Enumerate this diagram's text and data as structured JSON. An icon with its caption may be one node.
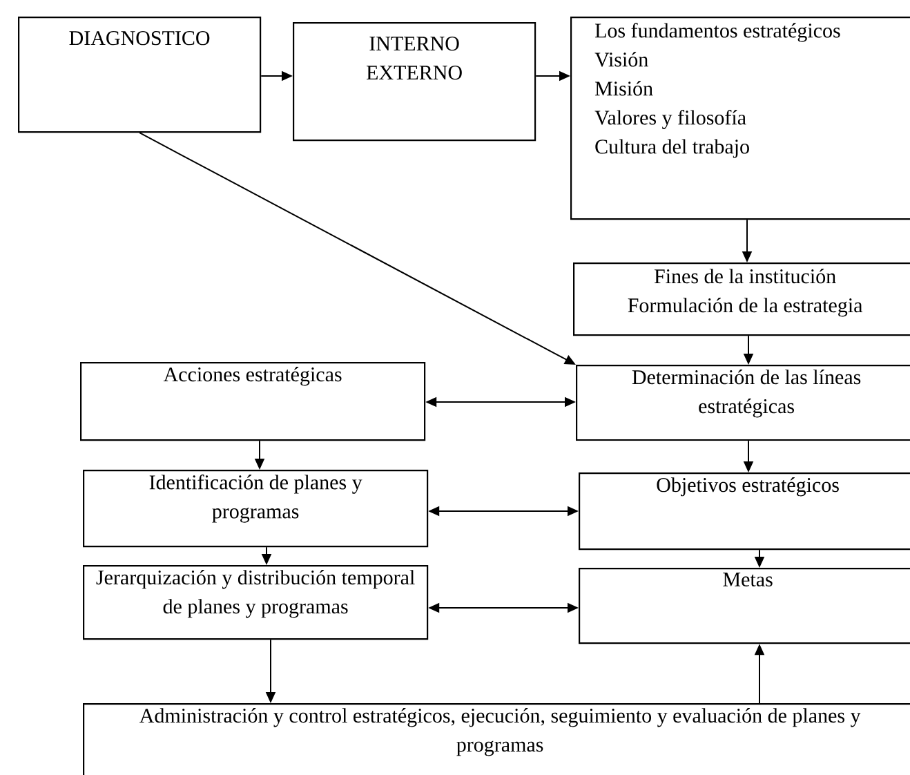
{
  "diagram": {
    "nodes": [
      {
        "text": [
          "DIAGNOSTICO"
        ]
      },
      {
        "text": [
          "INTERNO EXTERNO"
        ]
      },
      {
        "text": [
          "Los fundamentos estratégicos",
          "Visión",
          "Misión",
          "Valores y filosofía",
          "Cultura del trabajo"
        ]
      },
      {
        "text": [
          "Fines de la institución",
          "Formulación de la estrategia"
        ]
      },
      {
        "text": [
          "Determinación de las líneas estratégicas"
        ]
      },
      {
        "text": [
          "Acciones estratégicas"
        ]
      },
      {
        "text": [
          "Identificación de planes y programas"
        ]
      },
      {
        "text": [
          "Jerarquización y distribución temporal de planes y programas"
        ]
      },
      {
        "text": [
          "Objetivos estratégicos"
        ]
      },
      {
        "text": [
          "Metas"
        ]
      },
      {
        "text": [
          "Administración y control estratégicos, ejecución, seguimiento y evaluación de planes y programas"
        ]
      }
    ],
    "edges": [
      {
        "from": 0,
        "to": 1,
        "arrow": "to"
      },
      {
        "from": 1,
        "to": 2,
        "arrow": "to"
      },
      {
        "from": 0,
        "to": 4,
        "arrow": "to"
      },
      {
        "from": 2,
        "to": 3,
        "arrow": "to"
      },
      {
        "from": 3,
        "to": 4,
        "arrow": "to"
      },
      {
        "from": 5,
        "to": 4,
        "arrow": "both"
      },
      {
        "from": 4,
        "to": 8,
        "arrow": "to"
      },
      {
        "from": 5,
        "to": 6,
        "arrow": "to"
      },
      {
        "from": 6,
        "to": 8,
        "arrow": "both"
      },
      {
        "from": 6,
        "to": 7,
        "arrow": "to"
      },
      {
        "from": 7,
        "to": 9,
        "arrow": "both"
      },
      {
        "from": 8,
        "to": 9,
        "arrow": "to"
      },
      {
        "from": 7,
        "to": 10,
        "arrow": "to"
      },
      {
        "from": 10,
        "to": 9,
        "arrow": "to"
      }
    ]
  }
}
